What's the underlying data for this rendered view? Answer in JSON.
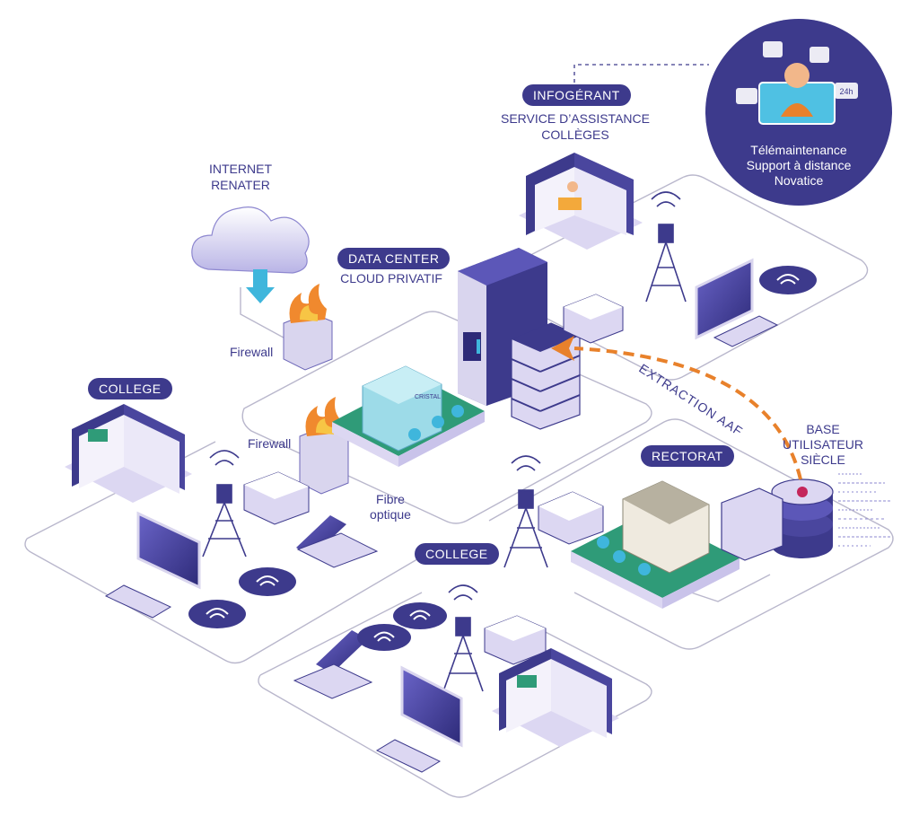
{
  "labels": {
    "infogerant": "INFOGÉRANT",
    "service_line1": "SERVICE D’ASSISTANCE",
    "service_line2": "COLLÈGES",
    "internet_line1": "INTERNET",
    "internet_line2": "RENATER",
    "datacenter": "DATA CENTER",
    "cloud": "CLOUD PRIVATIF",
    "firewall_top": "Firewall",
    "firewall_mid": "Firewall",
    "college_left": "COLLEGE",
    "college_bottom": "COLLEGE",
    "rectorat": "RECTORAT",
    "fibre_line1": "Fibre",
    "fibre_line2": "optique",
    "base_line1": "BASE",
    "base_line2": "UTILISATEUR",
    "base_line3": "SIÈCLE",
    "extraction": "EXTRACTION AAF",
    "support_line1": "Télémaintenance",
    "support_line2": "Support à distance",
    "support_line3": "Novatice",
    "building_sign": "CRISTAL",
    "badge_24h": "24h"
  },
  "colors": {
    "primary": "#3d3a8c",
    "accent_orange": "#e8812b",
    "platform_green": "#2f9b78",
    "lilac": "#dcd7f2",
    "line_gray": "#b9b7cc"
  }
}
